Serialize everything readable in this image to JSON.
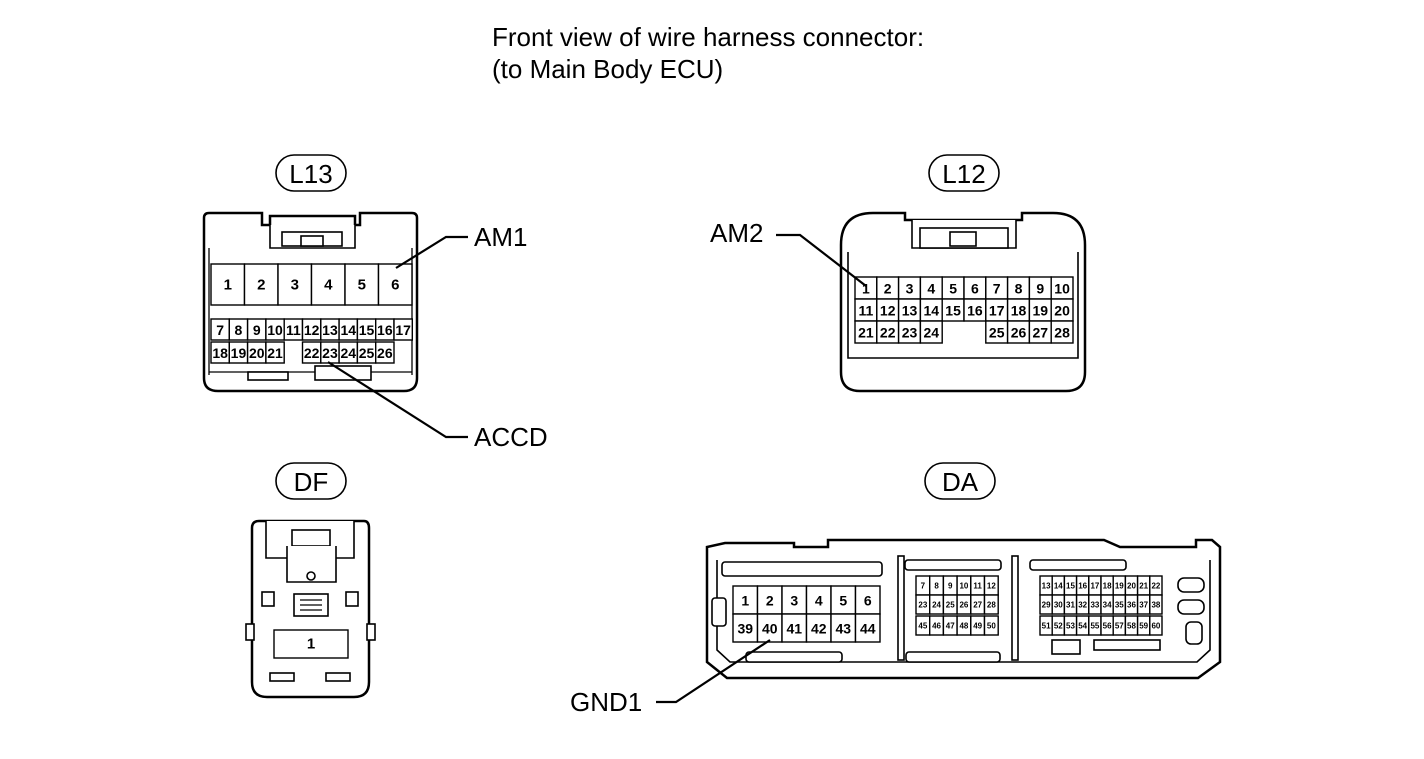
{
  "title": {
    "line1": "Front view of wire harness connector:",
    "line2": "(to Main Body ECU)"
  },
  "connectors": {
    "l13": {
      "badge": "L13",
      "row1": [
        "1",
        "2",
        "3",
        "4",
        "5",
        "6"
      ],
      "row2": [
        "7",
        "8",
        "9",
        "10",
        "11",
        "12",
        "13",
        "14",
        "15",
        "16",
        "17"
      ],
      "row3": [
        "18",
        "19",
        "20",
        "21",
        "",
        "22",
        "23",
        "24",
        "25",
        "26"
      ]
    },
    "l12": {
      "badge": "L12",
      "row1": [
        "1",
        "2",
        "3",
        "4",
        "5",
        "6",
        "7",
        "8",
        "9",
        "10"
      ],
      "row2": [
        "11",
        "12",
        "13",
        "14",
        "15",
        "16",
        "17",
        "18",
        "19",
        "20"
      ],
      "row3": [
        "21",
        "22",
        "23",
        "24",
        "",
        "",
        "25",
        "26",
        "27",
        "28"
      ]
    },
    "df": {
      "badge": "DF",
      "row1": [
        "1"
      ]
    },
    "da": {
      "badge": "DA",
      "left_row1": [
        "1",
        "2",
        "3",
        "4",
        "5",
        "6"
      ],
      "left_row2": [
        "39",
        "40",
        "41",
        "42",
        "43",
        "44"
      ],
      "mid_row1": [
        "7",
        "8",
        "9",
        "10",
        "11",
        "12"
      ],
      "mid_row2": [
        "23",
        "24",
        "25",
        "26",
        "27",
        "28"
      ],
      "mid_row3": [
        "45",
        "46",
        "47",
        "48",
        "49",
        "50"
      ],
      "right_row1": [
        "13",
        "14",
        "15",
        "16",
        "17",
        "18",
        "19",
        "20",
        "21",
        "22"
      ],
      "right_row2": [
        "29",
        "30",
        "31",
        "32",
        "33",
        "34",
        "35",
        "36",
        "37",
        "38"
      ],
      "right_row3": [
        "51",
        "52",
        "53",
        "54",
        "55",
        "56",
        "57",
        "58",
        "59",
        "60"
      ]
    }
  },
  "labels": {
    "am1": "AM1",
    "accd": "ACCD",
    "am2": "AM2",
    "gnd1": "GND1"
  }
}
